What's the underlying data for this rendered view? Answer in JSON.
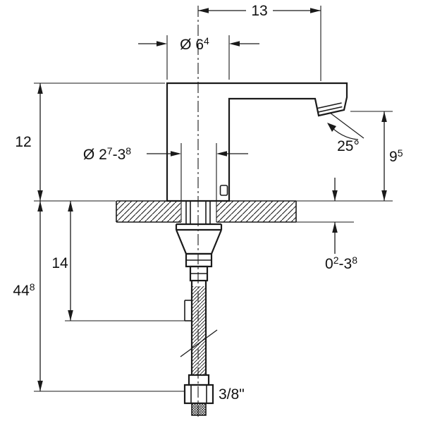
{
  "drawing": {
    "subject": "deck-mounted sensor faucet with supply hose, dimensioned side view",
    "colors": {
      "line": "#1a1a1a",
      "background": "#ffffff"
    },
    "labels": {
      "spout_reach": {
        "text": "13"
      },
      "spout_diameter": {
        "base": "Ø 6",
        "sup": "4"
      },
      "body_height": {
        "text": "12"
      },
      "hole_diameter": {
        "base1": "Ø 2",
        "sup1": "7",
        "base2": "-3",
        "sup2": "8"
      },
      "spray_angle": {
        "text": "25°"
      },
      "outlet_height": {
        "base": "9",
        "sup": "5"
      },
      "hose_clip_distance": {
        "text": "14"
      },
      "total_height": {
        "base": "44",
        "sup": "8"
      },
      "deck_thickness": {
        "base1": "0",
        "sup1": "2",
        "base2": "-3",
        "sup2": "8"
      },
      "connection_size": {
        "text": "3/8\""
      }
    }
  }
}
